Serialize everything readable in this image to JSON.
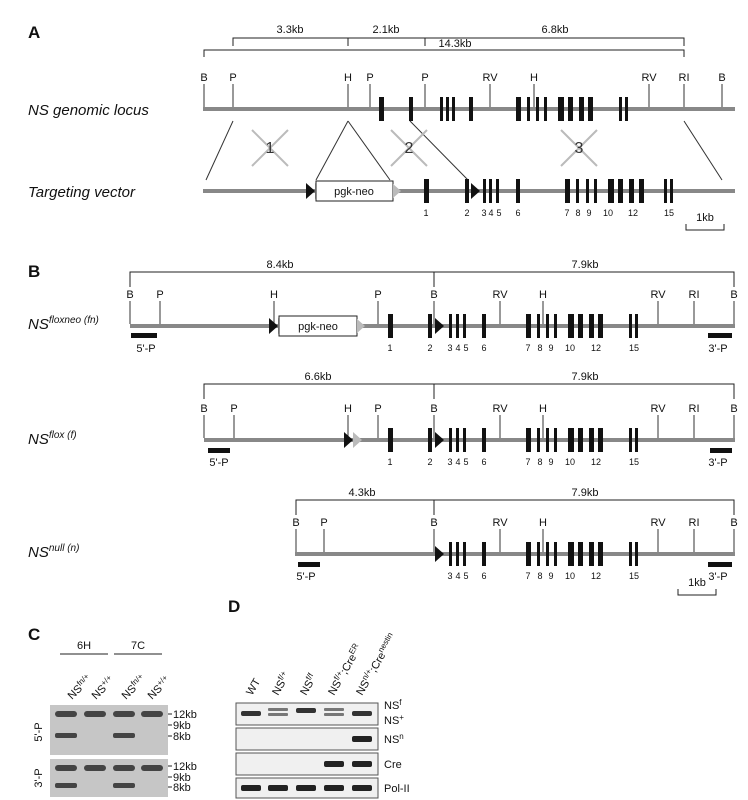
{
  "panels": {
    "A": "A",
    "B": "B",
    "C": "C",
    "D": "D"
  },
  "panel_a": {
    "distances": {
      "d1": "3.3kb",
      "d2": "2.1kb",
      "d3": "6.8kb",
      "d4": "14.3kb"
    },
    "locus_title": "NS genomic locus",
    "vector_title": "Targeting vector",
    "site_labels": {
      "B1": "B",
      "P1": "P",
      "H1": "H",
      "P2": "P",
      "P3": "P",
      "RV1": "RV",
      "H2": "H",
      "RV2": "RV",
      "RI": "RI",
      "B2": "B"
    },
    "crossovers": {
      "c1": "1",
      "c2": "2",
      "c3": "3"
    },
    "cassette": "pgk-neo",
    "exons": {
      "e1": "1",
      "e2": "2",
      "e3": "3",
      "e4": "4",
      "e5": "5",
      "e6": "6",
      "e7": "7",
      "e8": "8",
      "e9": "9",
      "e10": "10",
      "e12": "12",
      "e15": "15"
    },
    "scale": "1kb"
  },
  "panel_b": {
    "fn": {
      "name": "NS",
      "sup": "floxneo (fn)",
      "left_dist": "8.4kb",
      "right_dist": "7.9kb",
      "sites": {
        "B1": "B",
        "P1": "P",
        "H1": "H",
        "P2": "P",
        "B2": "B",
        "RV1": "RV",
        "H2": "H",
        "RV2": "RV",
        "RI": "RI",
        "B3": "B"
      },
      "cassette": "pgk-neo",
      "probe5": "5'-P",
      "probe3": "3'-P",
      "exons": {
        "e1": "1",
        "e2": "2",
        "e3": "3",
        "e4": "4",
        "e5": "5",
        "e6": "6",
        "e7": "7",
        "e8": "8",
        "e9": "9",
        "e10": "10",
        "e12": "12",
        "e15": "15"
      }
    },
    "f": {
      "name": "NS",
      "sup": "flox (f)",
      "left_dist": "6.6kb",
      "right_dist": "7.9kb",
      "sites": {
        "B1": "B",
        "P1": "P",
        "H1": "H",
        "P2": "P",
        "B2": "B",
        "RV1": "RV",
        "H2": "H",
        "RV2": "RV",
        "RI": "RI",
        "B3": "B"
      },
      "probe5": "5'-P",
      "probe3": "3'-P",
      "exons": {
        "e1": "1",
        "e2": "2",
        "e3": "3",
        "e4": "4",
        "e5": "5",
        "e6": "6",
        "e7": "7",
        "e8": "8",
        "e9": "9",
        "e10": "10",
        "e12": "12",
        "e15": "15"
      }
    },
    "n": {
      "name": "NS",
      "sup": "null (n)",
      "left_dist": "4.3kb",
      "right_dist": "7.9kb",
      "sites": {
        "B1": "B",
        "P1": "P",
        "B2": "B",
        "RV1": "RV",
        "H2": "H",
        "RV2": "RV",
        "RI": "RI",
        "B3": "B"
      },
      "probe5": "5'-P",
      "probe3": "3'-P",
      "exons": {
        "e3": "3",
        "e4": "4",
        "e5": "5",
        "e6": "6",
        "e7": "7",
        "e8": "8",
        "e9": "9",
        "e10": "10",
        "e12": "12",
        "e15": "15"
      }
    },
    "scale": "1kb"
  },
  "panel_c": {
    "clones": {
      "c1": "6H",
      "c2": "7C"
    },
    "lanes": [
      {
        "base": "NS",
        "sup": "fn/+"
      },
      {
        "base": "NS",
        "sup": "+/+"
      },
      {
        "base": "NS",
        "sup": "fn/+"
      },
      {
        "base": "NS",
        "sup": "+/+"
      }
    ],
    "blots": {
      "top": "5'-P",
      "bottom": "3'-P"
    },
    "sizes_top": {
      "s1": "12kb",
      "s2": "9kb",
      "s3": "8kb"
    },
    "sizes_bottom": {
      "s1": "12kb",
      "s2": "9kb",
      "s3": "8kb"
    }
  },
  "panel_d": {
    "lanes": [
      {
        "base": "WT",
        "sup": "",
        "tail": "",
        "tailsup": ""
      },
      {
        "base": "NS",
        "sup": "f/+",
        "tail": "",
        "tailsup": ""
      },
      {
        "base": "NS",
        "sup": "f/f",
        "tail": "",
        "tailsup": ""
      },
      {
        "base": "NS",
        "sup": "f/+",
        "tail": ";Cre",
        "tailsup": "ER"
      },
      {
        "base": "NS",
        "sup": "n/+",
        "tail": ";Cre",
        "tailsup": "nestin"
      }
    ],
    "rows": {
      "r1a": {
        "base": "NS",
        "sup": "f"
      },
      "r1b": {
        "base": "NS",
        "sup": "+"
      },
      "r2": {
        "base": "NS",
        "sup": "n"
      },
      "r3": "Cre",
      "r4": "Pol-II"
    }
  }
}
